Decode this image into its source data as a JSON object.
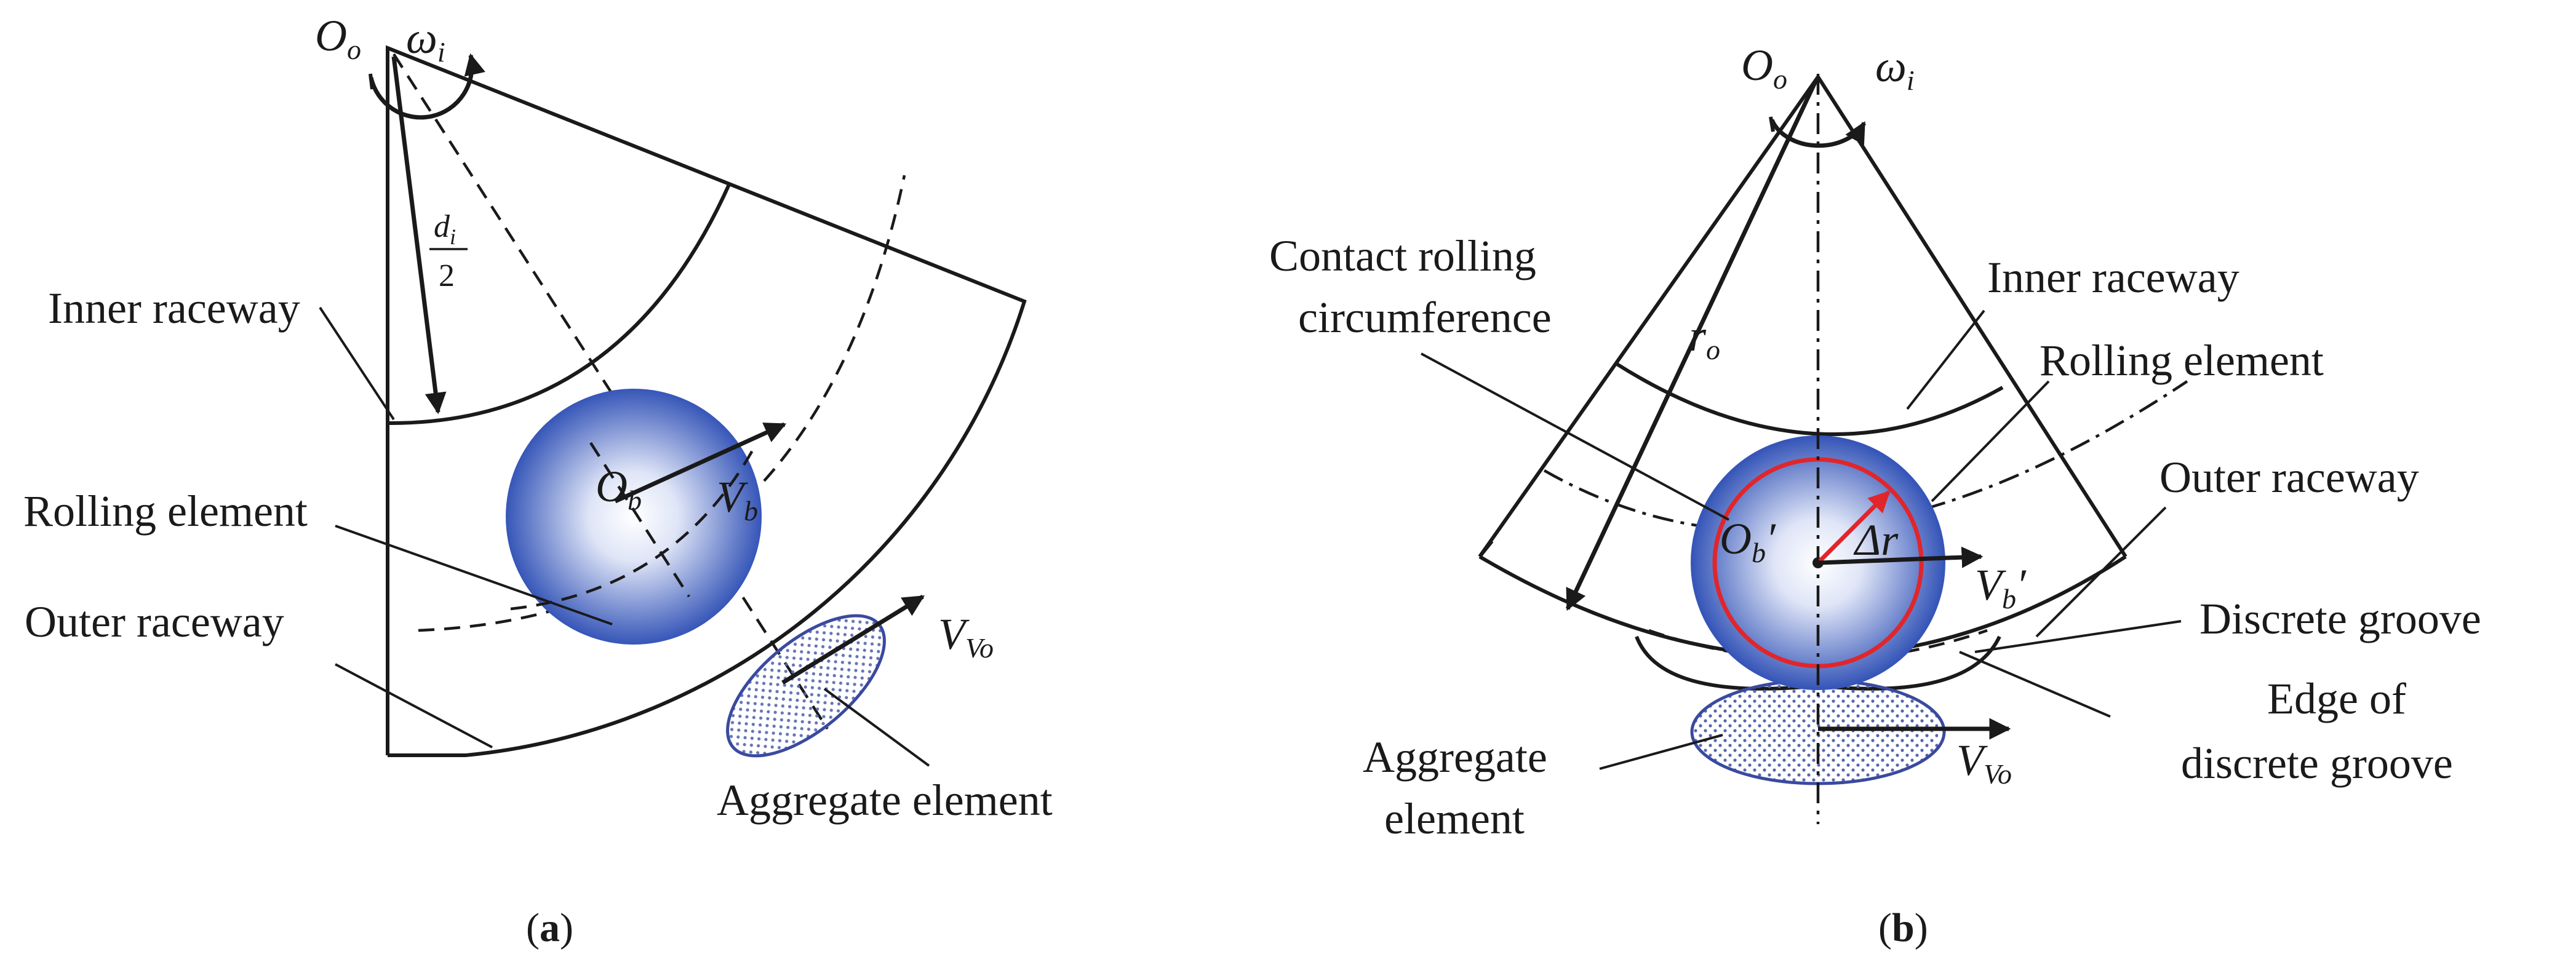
{
  "panel_a": {
    "caption_open": "(",
    "caption_letter": "a",
    "caption_close": ")",
    "origin": {
      "main": "O",
      "sub": "o"
    },
    "omega": {
      "main": "ω",
      "sub": "i"
    },
    "radius_fraction": {
      "numerator": "d",
      "numerator_sub": "i",
      "denominator": "2"
    },
    "ball_center": {
      "main": "O",
      "sub": "b"
    },
    "ball_velocity": {
      "main": "V",
      "sub": "b"
    },
    "aggregate_velocity": {
      "main": "V",
      "sub": "Vo"
    },
    "labels": {
      "inner_raceway": "Inner raceway",
      "rolling_element": "Rolling element",
      "outer_raceway": "Outer raceway",
      "aggregate_element": "Aggregate element"
    }
  },
  "panel_b": {
    "caption_open": "(",
    "caption_letter": "b",
    "caption_close": ")",
    "origin": {
      "main": "O",
      "sub": "o"
    },
    "omega": {
      "main": "ω",
      "sub": "i"
    },
    "outer_radius": {
      "main": "r",
      "sub": "o"
    },
    "ball_center": {
      "main": "O",
      "sub": "b",
      "prime": "′"
    },
    "delta_r": "Δr",
    "ball_velocity": {
      "main": "V",
      "sub": "b",
      "prime": "′"
    },
    "aggregate_velocity": {
      "main": "V",
      "sub": "Vo"
    },
    "labels": {
      "contact_rolling_line1": "Contact rolling",
      "contact_rolling_line2": "circumference",
      "inner_raceway": "Inner raceway",
      "rolling_element": "Rolling element",
      "outer_raceway": "Outer raceway",
      "discrete_groove": "Discrete groove",
      "edge_line1": "Edge of",
      "edge_line2": "discrete groove",
      "aggregate_line1": "Aggregate",
      "aggregate_line2": "element"
    }
  },
  "colors": {
    "ball_light": "#ffffff",
    "ball_dark": "#3656b8",
    "aggregate_outline": "#3a4a9e",
    "aggregate_dots": "#5566b0",
    "contact_circle": "#e0262b",
    "ink": "#1a1a1a"
  }
}
